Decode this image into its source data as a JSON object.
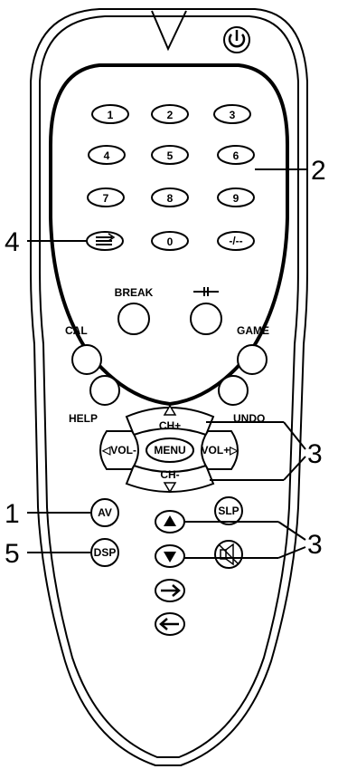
{
  "keypad": {
    "key_1": "1",
    "key_2": "2",
    "key_3": "3",
    "key_4": "4",
    "key_5": "5",
    "key_6": "6",
    "key_7": "7",
    "key_8": "8",
    "key_9": "9",
    "key_0": "0",
    "key_dash": "-/--"
  },
  "buttons": {
    "break_label": "BREAK",
    "cal_label": "CAL",
    "game_label": "GAME",
    "help_label": "HELP",
    "undo_label": "UNDO",
    "ch_plus": "CH+",
    "ch_minus": "CH-",
    "vol_minus": "◁VOL-",
    "vol_plus": "VOL+▷",
    "menu": "MENU",
    "av": "AV",
    "slp": "SLP",
    "dsp": "DSP"
  },
  "callouts": {
    "c1": "1",
    "c2": "2",
    "c3a": "3",
    "c3b": "3",
    "c4": "4",
    "c5": "5"
  },
  "icons": [
    "power-icon",
    "swap-icon",
    "hold-icon",
    "mute-icon",
    "up-arrow-icon",
    "down-arrow-icon",
    "right-arrow-icon",
    "left-arrow-icon"
  ]
}
